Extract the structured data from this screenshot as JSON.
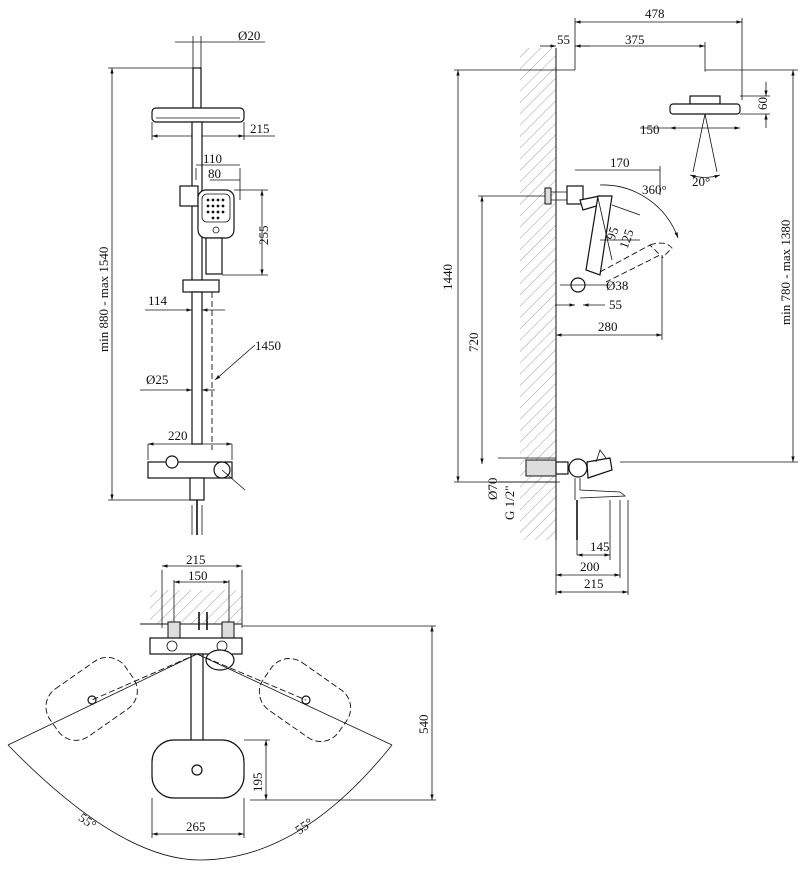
{
  "front_view": {
    "d_top": "Ø20",
    "w_head": "215",
    "w_110": "110",
    "w_80": "80",
    "h_255": "255",
    "d_114": "114",
    "hose": "1450",
    "d_25": "Ø25",
    "w_220": "220",
    "height_range": "min 880 - max 1540"
  },
  "side_view": {
    "w_478": "478",
    "w_55": "55",
    "w_375": "375",
    "h_60": "60",
    "w_150": "150",
    "angle_20": "20°",
    "w_170": "170",
    "rot_360": "360°",
    "h_95": "95",
    "h_125": "125",
    "d_38": "Ø38",
    "w_55b": "55",
    "w_280": "280",
    "h_1440": "1440",
    "h_720": "720",
    "d_70": "Ø70",
    "g_half": "G 1/2\"",
    "w_145": "145",
    "w_200": "200",
    "w_215": "215",
    "height_range": "min 780 - max 1380"
  },
  "top_view": {
    "w_215": "215",
    "w_150": "150",
    "h_540": "540",
    "h_195": "195",
    "w_265": "265",
    "angle_left": "55°",
    "angle_right": "55°"
  }
}
